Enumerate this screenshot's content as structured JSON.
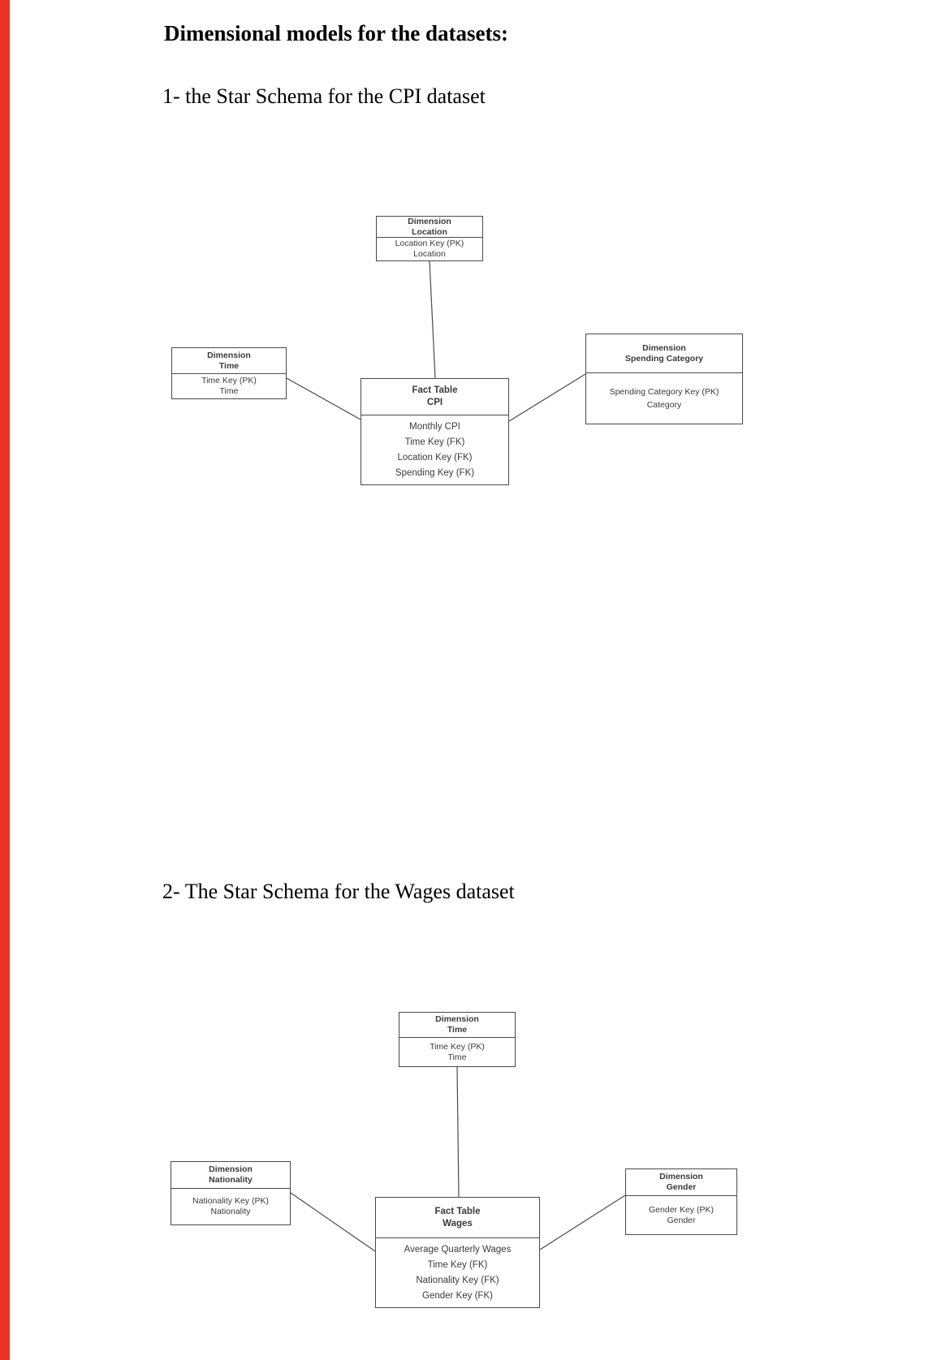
{
  "page": {
    "background": "#ffffff",
    "left_bar_color": "#ea3224",
    "title": "Dimensional models for the datasets:"
  },
  "sections": [
    {
      "heading": "1- the Star Schema for the CPI dataset",
      "diagram": {
        "name": "cpi-star-schema",
        "boxes": {
          "location": {
            "header": [
              "Dimension",
              "Location"
            ],
            "body": [
              "Location Key (PK)",
              "Location"
            ]
          },
          "time": {
            "header": [
              "Dimension",
              "Time"
            ],
            "body": [
              "Time Key (PK)",
              "Time"
            ]
          },
          "spending": {
            "header": [
              "Dimension",
              "Spending Category"
            ],
            "body": [
              "Spending Category Key (PK)",
              "Category"
            ]
          },
          "fact": {
            "header": [
              "Fact Table",
              "CPI"
            ],
            "body": [
              "Monthly CPI",
              "Time Key (FK)",
              "Location Key (FK)",
              "Spending Key (FK)"
            ]
          }
        }
      }
    },
    {
      "heading": "2- The Star Schema for the Wages dataset",
      "diagram": {
        "name": "wages-star-schema",
        "boxes": {
          "time": {
            "header": [
              "Dimension",
              "Time"
            ],
            "body": [
              "Time Key (PK)",
              "Time"
            ]
          },
          "nationality": {
            "header": [
              "Dimension",
              "Nationality"
            ],
            "body": [
              "Nationality Key (PK)",
              "Nationality"
            ]
          },
          "gender": {
            "header": [
              "Dimension",
              "Gender"
            ],
            "body": [
              "Gender Key (PK)",
              "Gender"
            ]
          },
          "fact": {
            "header": [
              "Fact Table",
              "Wages"
            ],
            "body": [
              "Average Quarterly Wages",
              "Time Key (FK)",
              "Nationality Key (FK)",
              "Gender Key (FK)"
            ]
          }
        }
      }
    }
  ]
}
